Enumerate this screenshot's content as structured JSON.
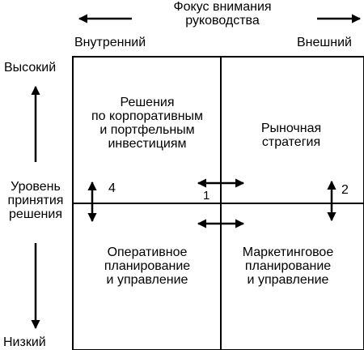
{
  "top_axis": {
    "title": "Фокус внимания\nруководства",
    "left_label": "Внутренний",
    "right_label": "Внешний"
  },
  "left_axis": {
    "top_label": "Высокий",
    "middle_label": "Уровень\nпринятия\nрешения",
    "bottom_label": "Низкий"
  },
  "quadrants": {
    "top_left": "Решения\nпо корпоративным\nи портфельным\nинвестициям",
    "top_right": "Рыночная\nстратегия",
    "bottom_left": "Оперативное\nпланирование\nи управление",
    "bottom_right": "Маркетинговое\nпланирование\nи управление"
  },
  "markers": {
    "one": "1",
    "two": "2",
    "four": "4"
  }
}
